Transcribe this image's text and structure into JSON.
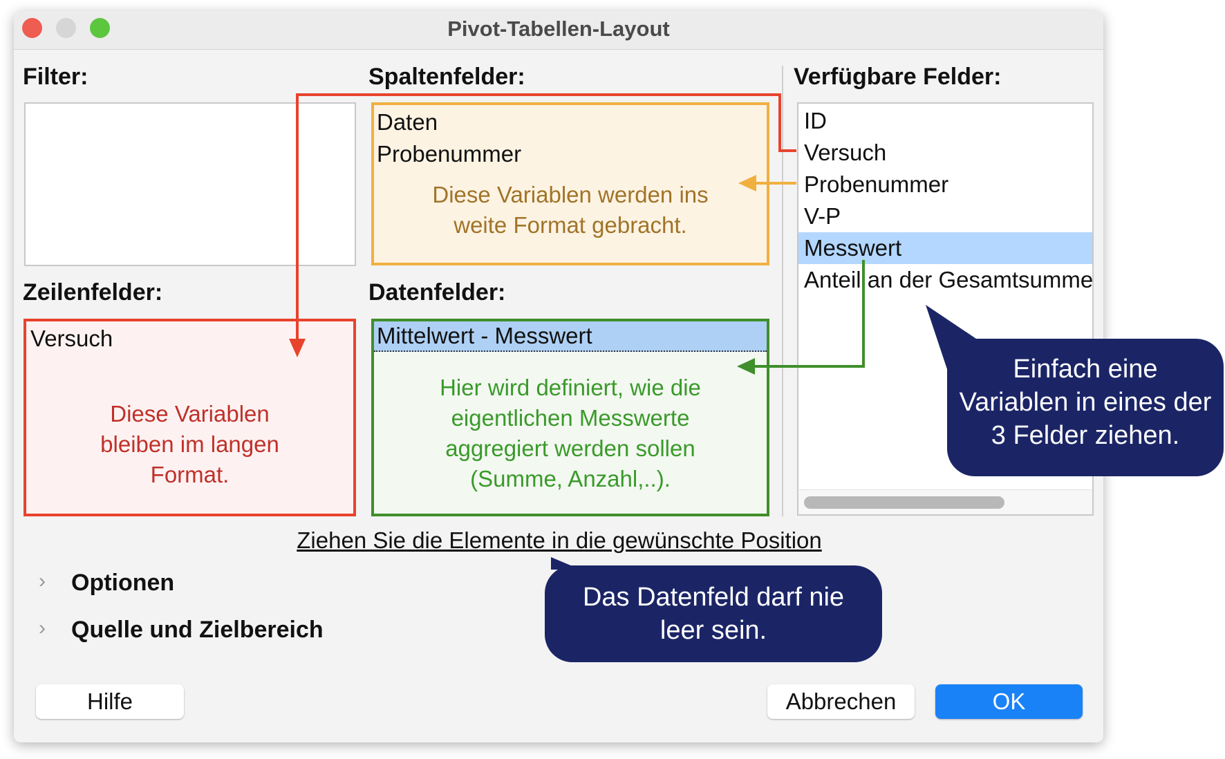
{
  "window": {
    "title": "Pivot-Tabellen-Layout"
  },
  "filter": {
    "label": "Filter:",
    "items": []
  },
  "column_fields": {
    "label": "Spaltenfelder:",
    "items": [
      "Daten",
      "Probenummer"
    ],
    "annotation": [
      "Diese Variablen werden ins",
      "weite Format gebracht."
    ]
  },
  "row_fields": {
    "label": "Zeilenfelder:",
    "items": [
      "Versuch"
    ],
    "annotation": [
      "Diese Variablen",
      "bleiben im langen",
      "Format."
    ]
  },
  "data_fields": {
    "label": "Datenfelder:",
    "items": [
      "Mittelwert - Messwert"
    ],
    "annotation": [
      "Hier wird definiert, wie die",
      "eigentlichen Messwerte",
      "aggregiert werden sollen",
      "(Summe, Anzahl,..)."
    ]
  },
  "available_fields": {
    "label": "Verfügbare Felder:",
    "items": [
      "ID",
      "Versuch",
      "Probenummer",
      "V-P",
      "Messwert",
      "Anteil an der Gesamtsumme"
    ],
    "selected": "Messwert"
  },
  "hint": "Ziehen Sie die Elemente in die gewünschte Position",
  "sections": [
    {
      "label": "Optionen"
    },
    {
      "label": "Quelle und Zielbereich"
    }
  ],
  "buttons": {
    "help": "Hilfe",
    "cancel": "Abbrechen",
    "ok": "OK"
  },
  "callouts": {
    "drag": [
      "Einfach eine",
      "Variablen in eines der",
      "3 Felder ziehen."
    ],
    "data_required": [
      "Das Datenfeld darf nie",
      "leer sein."
    ]
  },
  "colors": {
    "accent": "#1a82f7",
    "selection": "#b3d7ff",
    "row_red": "#e8432d",
    "column_orange": "#f0b040",
    "data_green": "#3f8f2a",
    "callout": "#1b2566"
  }
}
